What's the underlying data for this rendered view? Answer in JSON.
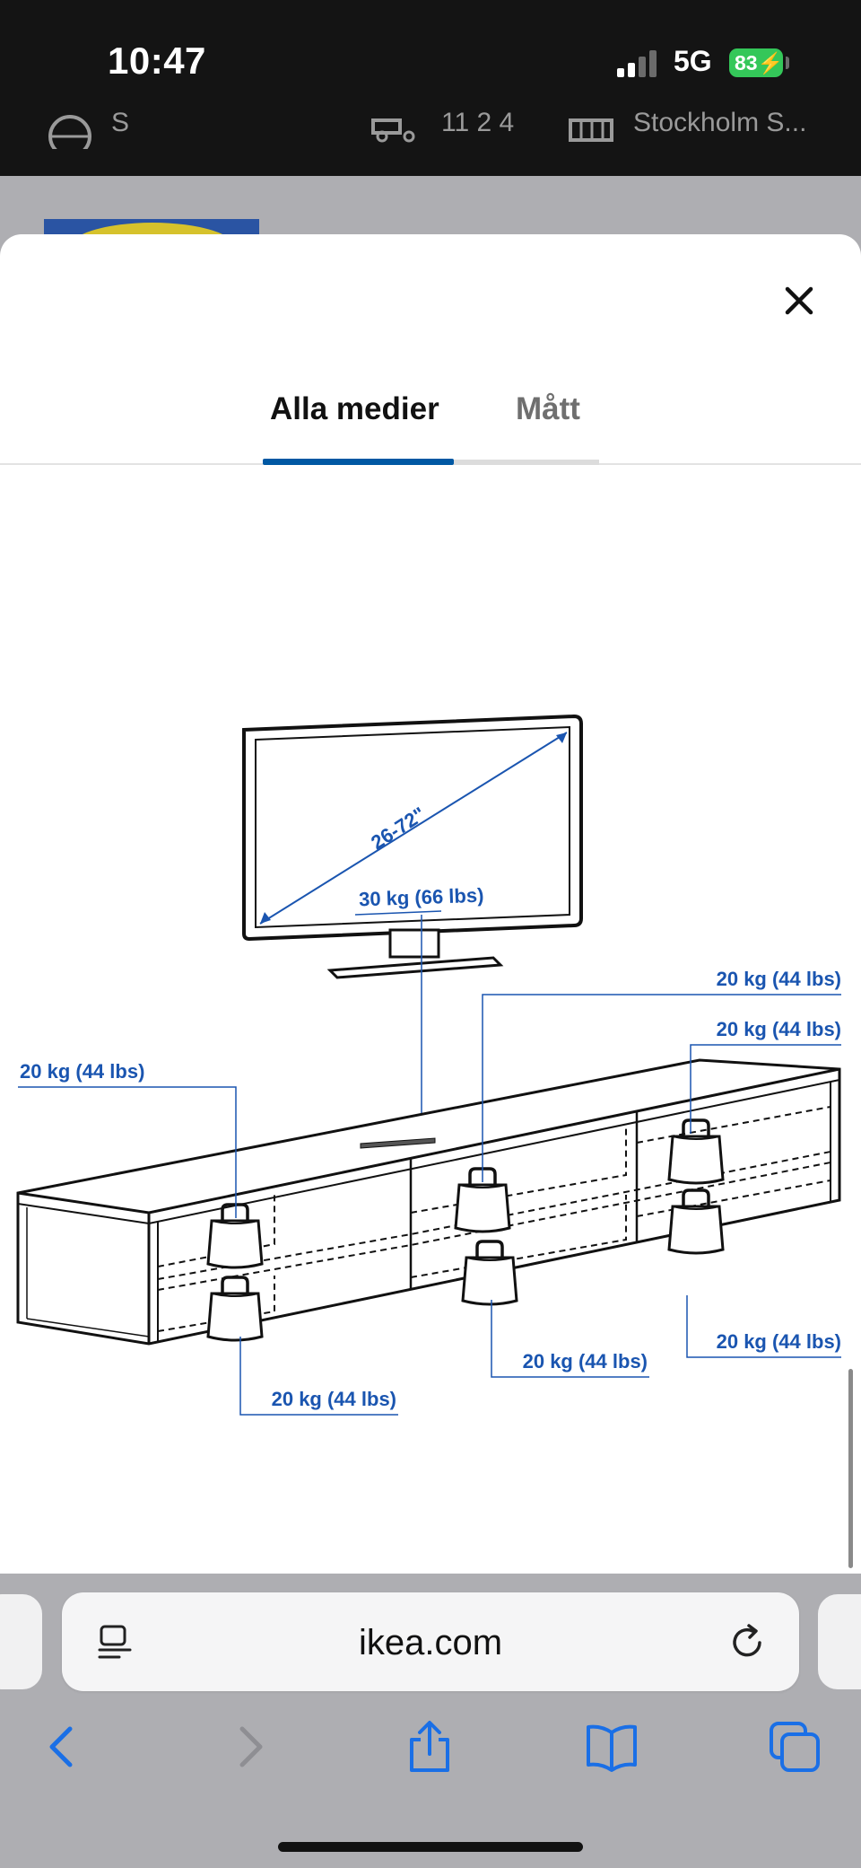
{
  "status_bar": {
    "time": "10:47",
    "network": "5G",
    "battery": "83"
  },
  "header_peek": {
    "left": "S",
    "middle": "11 2 4",
    "right": "Stockholm S..."
  },
  "tabs": [
    {
      "label": "Alla medier",
      "active": true
    },
    {
      "label": "Mått",
      "active": false
    }
  ],
  "figure": {
    "screen_size": "26-72\"",
    "tv_load": "30 kg (66 lbs)",
    "load_labels": [
      "20 kg (44 lbs)",
      "20 kg (44 lbs)",
      "20 kg (44 lbs)",
      "20 kg (44 lbs)",
      "20 kg (44 lbs)",
      "20 kg (44 lbs)"
    ]
  },
  "browser": {
    "url": "ikea.com"
  },
  "colors": {
    "accent": "#0058a3",
    "diagram_text": "#1a55b0",
    "battery": "#34c759"
  },
  "icons": [
    "close-icon",
    "page-menu-icon",
    "reload-icon",
    "back-icon",
    "forward-icon",
    "share-icon",
    "bookmarks-icon",
    "tabs-icon"
  ]
}
